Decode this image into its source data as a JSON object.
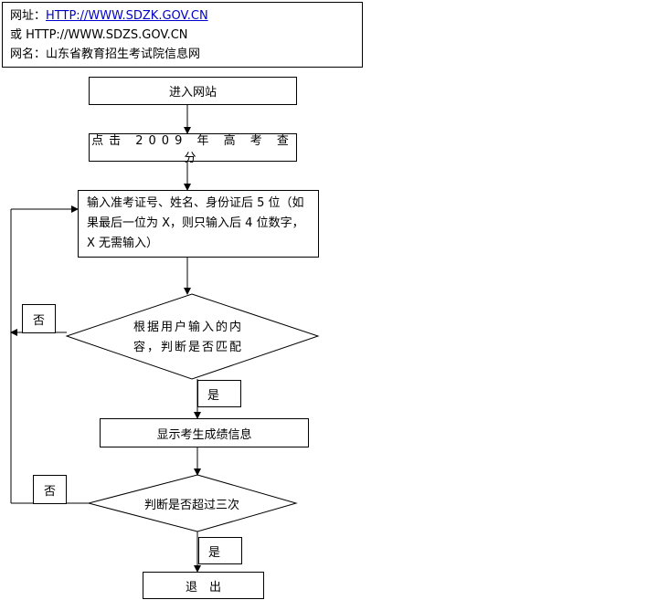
{
  "header": {
    "url_label": "网址：",
    "url_primary": "HTTP://WWW.SDZK.GOV.CN",
    "url_alt_prefix": "或 ",
    "url_alt": "HTTP://WWW.SDZS.GOV.CN",
    "name_label": "网名：",
    "site_name": "山东省教育招生考试院信息网"
  },
  "steps": {
    "enter_site": "进入网站",
    "click_query": "点击 2009 年 高 考 查 分",
    "input_lines": [
      "输入准考证号、姓名、身份证后 5 位（如",
      "果最后一位为 X，则只输入后 4 位数字，",
      "X 无需输入）"
    ],
    "decision_match_lines": [
      "根据用户输入的内",
      "容，判断是否匹配"
    ],
    "show_scores": "显示考生成绩信息",
    "decision_three_times": "判断是否超过三次",
    "exit": "退　出"
  },
  "labels": {
    "no": "否",
    "yes": "是"
  }
}
